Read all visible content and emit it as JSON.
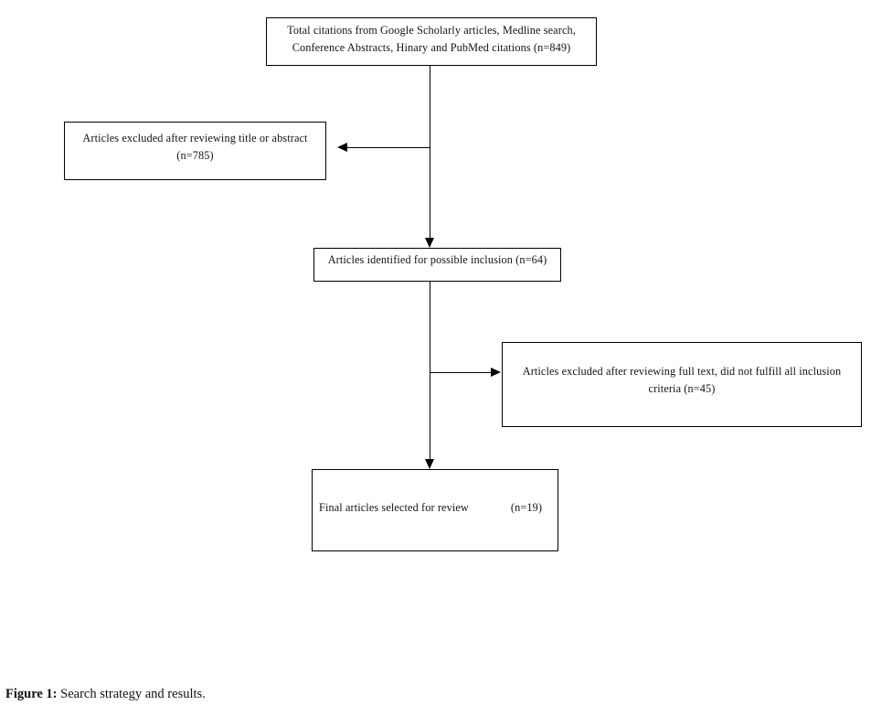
{
  "figure": {
    "caption_label": "Figure 1:",
    "caption_text": " Search strategy and results."
  },
  "chart_data": {
    "type": "diagram",
    "subtype": "prisma-flow-chart",
    "title": "Search strategy and results",
    "orientation": "top-down with lateral exclusion branches",
    "nodes": [
      {
        "id": "total-citations",
        "label_line_1": "Total citations from Google Scholarly articles, Medline search,",
        "label_line_2": "Conference Abstracts, Hinary and PubMed citations (n=849)",
        "count": 849,
        "align": "center"
      },
      {
        "id": "excluded-title-abstract",
        "label_line_1": "Articles excluded after reviewing title or abstract",
        "label_line_2": "(n=785)",
        "count": 785,
        "align": "center"
      },
      {
        "id": "possible-inclusion",
        "label_line_1": "Articles identified for possible inclusion (n=64)",
        "count": 64,
        "align": "center"
      },
      {
        "id": "excluded-full-text",
        "label_line_1": "Articles excluded after reviewing full text, did not fulfill all inclusion",
        "label_line_2": "criteria (n=45)",
        "count": 45,
        "align": "center"
      },
      {
        "id": "final-selected",
        "label_line_1": "Final articles selected for review",
        "label_line_2": "(n=19)",
        "count": 19,
        "align": "left"
      }
    ],
    "edges": [
      {
        "from": "total-citations",
        "to": "possible-inclusion",
        "direction": "down"
      },
      {
        "from": "total-citations",
        "to": "excluded-title-abstract",
        "direction": "left"
      },
      {
        "from": "possible-inclusion",
        "to": "final-selected",
        "direction": "down"
      },
      {
        "from": "possible-inclusion",
        "to": "excluded-full-text",
        "direction": "right"
      }
    ],
    "colors": {
      "background": "#ffffff",
      "box_border": "#000000",
      "connector": "#000000",
      "text": "#141414"
    }
  }
}
